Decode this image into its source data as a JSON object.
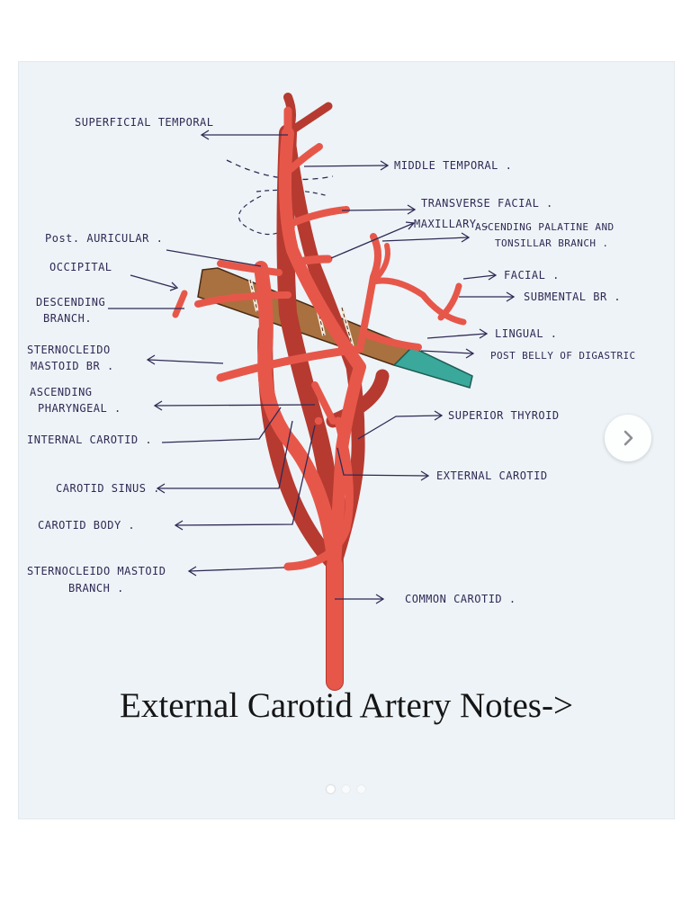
{
  "post": {
    "caption": "External Carotid Artery Notes->",
    "image_alt": "Hand-drawn diagram of the external carotid artery and its branches",
    "carousel": {
      "total": 3,
      "active": 1
    }
  },
  "colors": {
    "artery": "#e6574a",
    "muscle": "#a9713f",
    "digastric_posterior": "#3aa89a",
    "ink": "#2f2a55",
    "paper": "#eef3f7"
  },
  "icons": {
    "next": "chevron-right-icon"
  },
  "labels": {
    "superficial_temporal": "SUPERFICIAL TEMPORAL",
    "middle_temporal": "MIDDLE TEMPORAL .",
    "transverse_facial": "TRANSVERSE FACIAL .",
    "maxillary": "MAXILLARY .",
    "ascending_palatine_1": "ASCENDING PALATINE AND",
    "ascending_palatine_2": "TONSILLAR BRANCH .",
    "post_auricular": "Post. AURICULAR .",
    "occipital": "OCCIPITAL",
    "descending_branch_1": "DESCENDING",
    "descending_branch_2": "BRANCH.",
    "facial": "FACIAL .",
    "submental": "SUBMENTAL BR .",
    "lingual": "LINGUAL .",
    "post_belly_digastric": "POST BELLY OF DIGASTRIC",
    "sternocleido_br_1": "STERNOCLEIDO",
    "sternocleido_br_2": "MASTOID BR .",
    "ascending_pharyngeal_1": "ASCENDING",
    "ascending_pharyngeal_2": "PHARYNGEAL .",
    "internal_carotid": "INTERNAL CAROTID .",
    "superior_thyroid": "SUPERIOR THYROID",
    "carotid_sinus": "CAROTID SINUS .",
    "external_carotid": "EXTERNAL CAROTID",
    "carotid_body": "CAROTID BODY .",
    "sternocleido_branch_1": "STERNOCLEIDO MASTOID",
    "sternocleido_branch_2": "BRANCH .",
    "common_carotid": "COMMON CAROTID ."
  }
}
